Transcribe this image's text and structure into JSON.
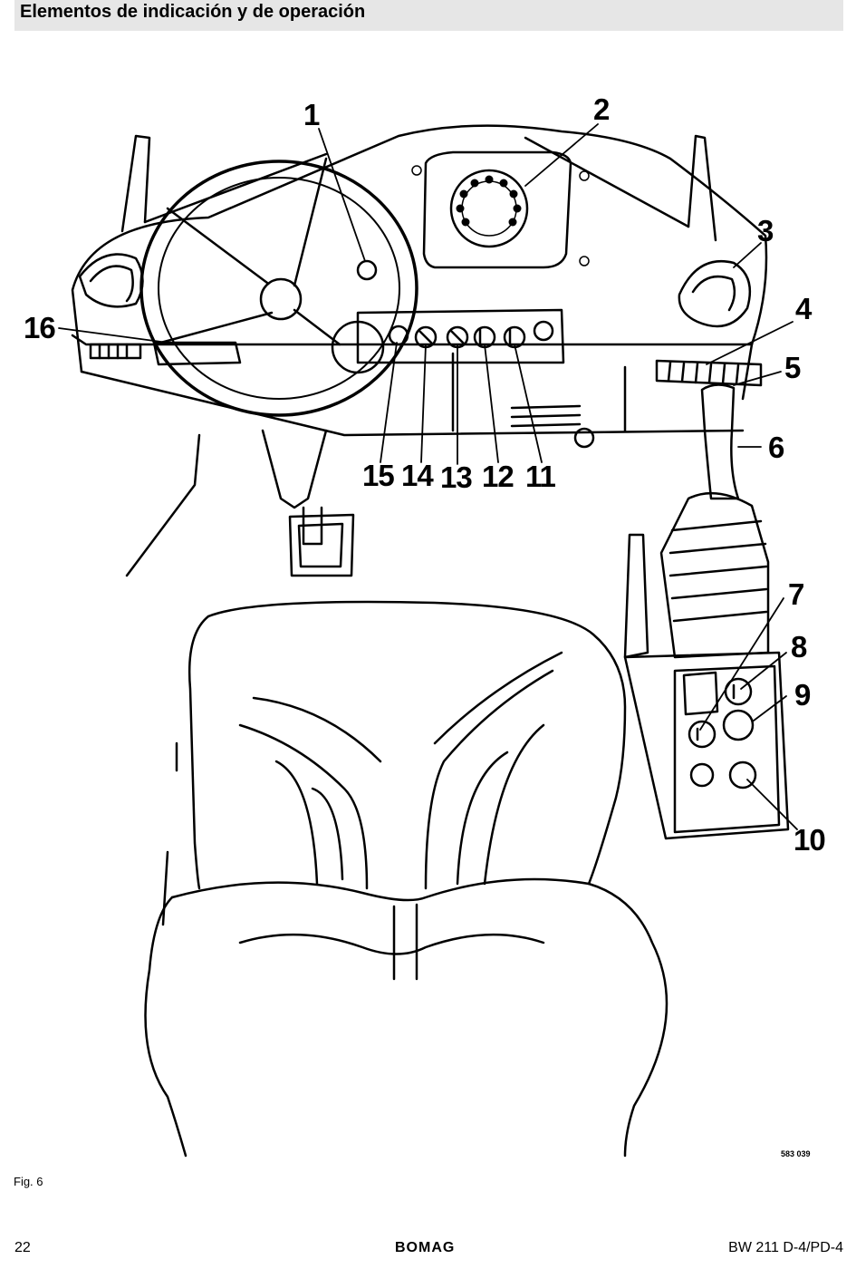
{
  "header": {
    "title": "Elementos de indicación y de operación"
  },
  "figure": {
    "callouts": [
      "1",
      "2",
      "3",
      "4",
      "5",
      "6",
      "7",
      "8",
      "9",
      "10",
      "11",
      "12",
      "13",
      "14",
      "15",
      "16"
    ],
    "drawing_number": "583 039",
    "caption": "Fig. 6"
  },
  "footer": {
    "page": "22",
    "brand": "BOMAG",
    "model": "BW 211 D-4/PD-4"
  }
}
